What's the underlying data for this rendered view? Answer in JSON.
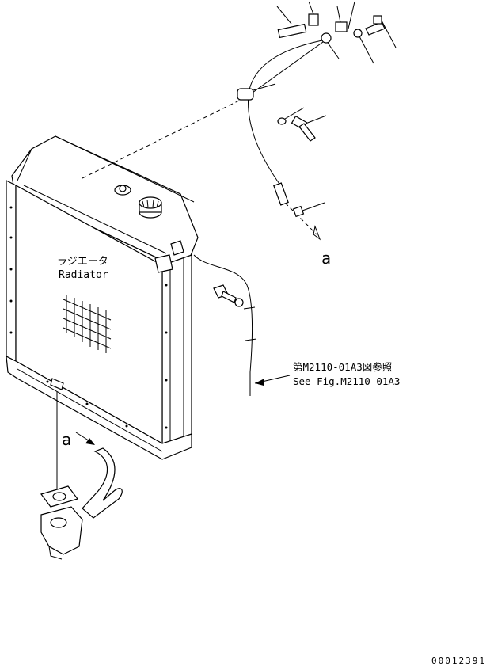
{
  "labels": {
    "radiator_jp": "ラジエータ",
    "radiator_en": "Radiator",
    "ref_jp": "第M2110-01A3図参照",
    "ref_en": "See Fig.M2110-01A3",
    "marker_top": "a",
    "marker_bottom": "a",
    "drawing_number": "00012391"
  }
}
